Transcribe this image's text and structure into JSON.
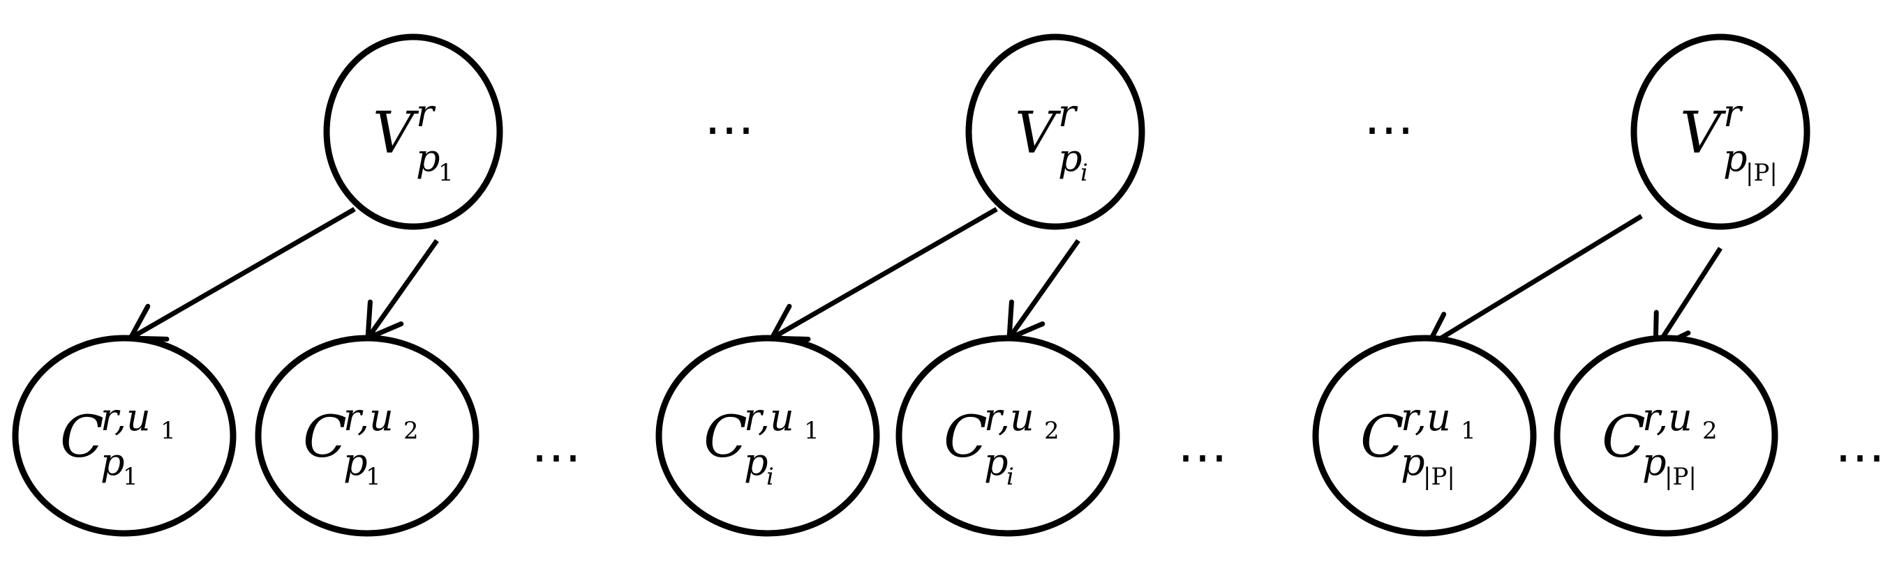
{
  "diagram": {
    "groups": [
      {
        "parent": {
          "base": "V",
          "sup": "r",
          "sub": "p",
          "subsub": "1"
        },
        "children": [
          {
            "base": "C",
            "sup": "r,u",
            "supsub": "1",
            "sub": "p",
            "subsub": "1"
          },
          {
            "base": "C",
            "sup": "r,u",
            "supsub": "2",
            "sub": "p",
            "subsub": "1"
          }
        ]
      },
      {
        "parent": {
          "base": "V",
          "sup": "r",
          "sub": "p",
          "subsub": "i"
        },
        "children": [
          {
            "base": "C",
            "sup": "r,u",
            "supsub": "1",
            "sub": "p",
            "subsub": "i"
          },
          {
            "base": "C",
            "sup": "r,u",
            "supsub": "2",
            "sub": "p",
            "subsub": "i"
          }
        ]
      },
      {
        "parent": {
          "base": "V",
          "sup": "r",
          "sub": "p",
          "subsub": "|P|"
        },
        "children": [
          {
            "base": "C",
            "sup": "r,u",
            "supsub": "1",
            "sub": "p",
            "subsub": "|P|"
          },
          {
            "base": "C",
            "sup": "r,u",
            "supsub": "2",
            "sub": "p",
            "subsub": "|P|"
          }
        ]
      }
    ],
    "ellipsis": "⋯"
  }
}
